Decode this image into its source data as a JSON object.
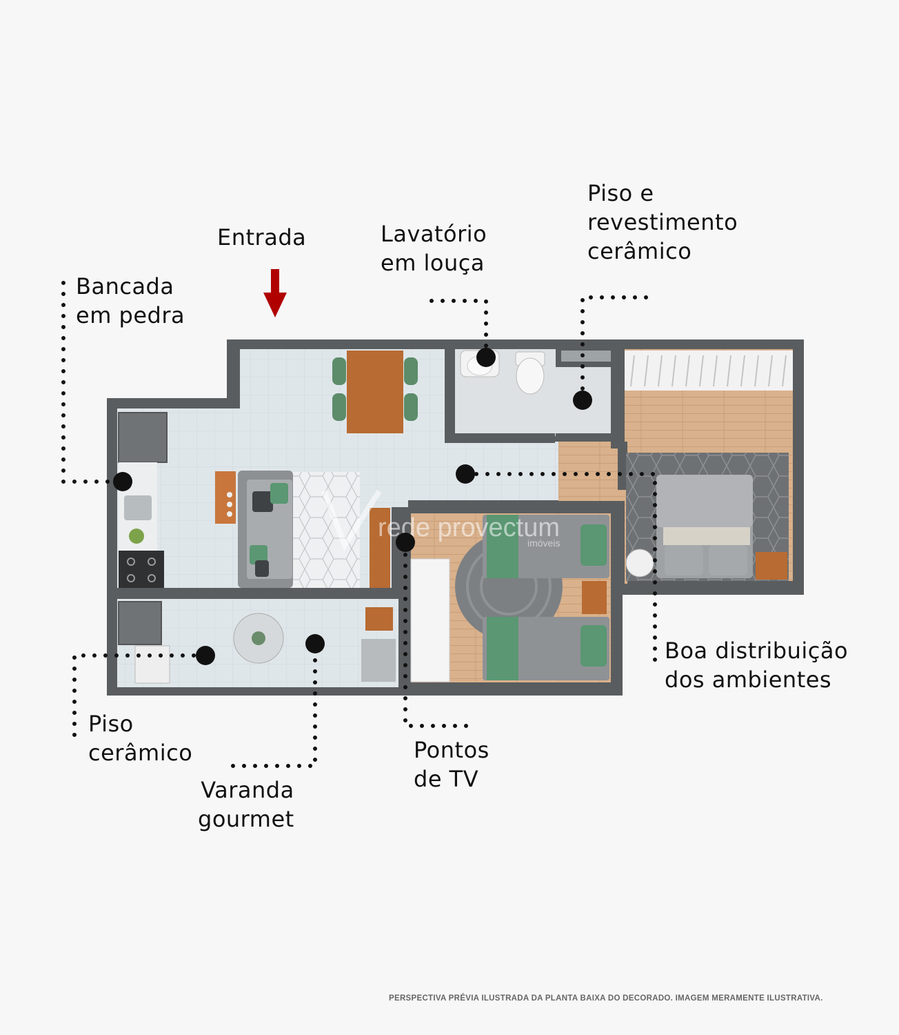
{
  "labels": {
    "entrada": "Entrada",
    "bancada": "Bancada\nem pedra",
    "lavatorio": "Lavatório\nem louça",
    "piso_revestimento": "Piso e\nrevestimento\ncerâmico",
    "boa_distribuicao": "Boa distribuição\ndos ambientes",
    "piso_ceramico": "Piso\ncerâmico",
    "varanda": "Varanda\ngourmet",
    "pontos_tv": "Pontos\nde TV"
  },
  "watermark": {
    "brand": "rede provectum",
    "sub": "imóveis"
  },
  "disclaimer": "PERSPECTIVA PRÉVIA ILUSTRADA DA PLANTA BAIXA DO DECORADO. IMAGEM MERAMENTE ILUSTRATIVA.",
  "colors": {
    "wall": "#5a5d5f",
    "tile": "#dfe6ea",
    "wood": "#d8b08c",
    "marker": "#111111",
    "arrow": "#b00000"
  }
}
